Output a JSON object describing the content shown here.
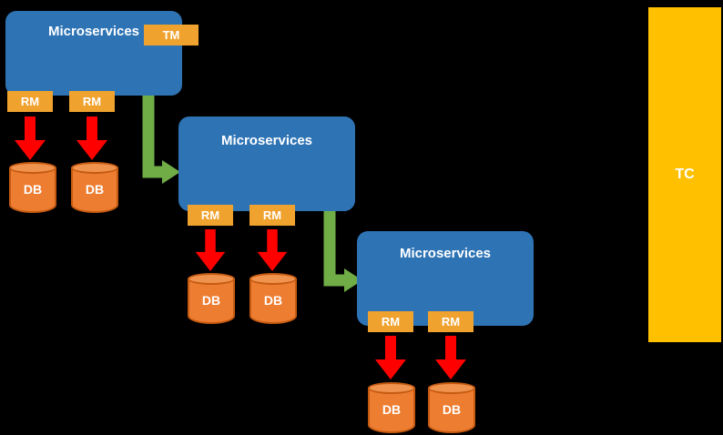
{
  "colors": {
    "background": "#000000",
    "microservices_box": "#2E74B5",
    "badge_gold": "#F0A22E",
    "tc_gold": "#FFC000",
    "db_orange": "#ED7D31",
    "arrow_red": "#FF0000",
    "arrow_green": "#70AD47",
    "text": "#FFFFFF"
  },
  "microservices": [
    {
      "label": "Microservices",
      "tm_badge": "TM",
      "rm_badges": [
        "RM",
        "RM"
      ],
      "databases": [
        "DB",
        "DB"
      ]
    },
    {
      "label": "Microservices",
      "rm_badges": [
        "RM",
        "RM"
      ],
      "databases": [
        "DB",
        "DB"
      ]
    },
    {
      "label": "Microservices",
      "rm_badges": [
        "RM",
        "RM"
      ],
      "databases": [
        "DB",
        "DB"
      ]
    }
  ],
  "tc_panel": {
    "label": "TC"
  }
}
